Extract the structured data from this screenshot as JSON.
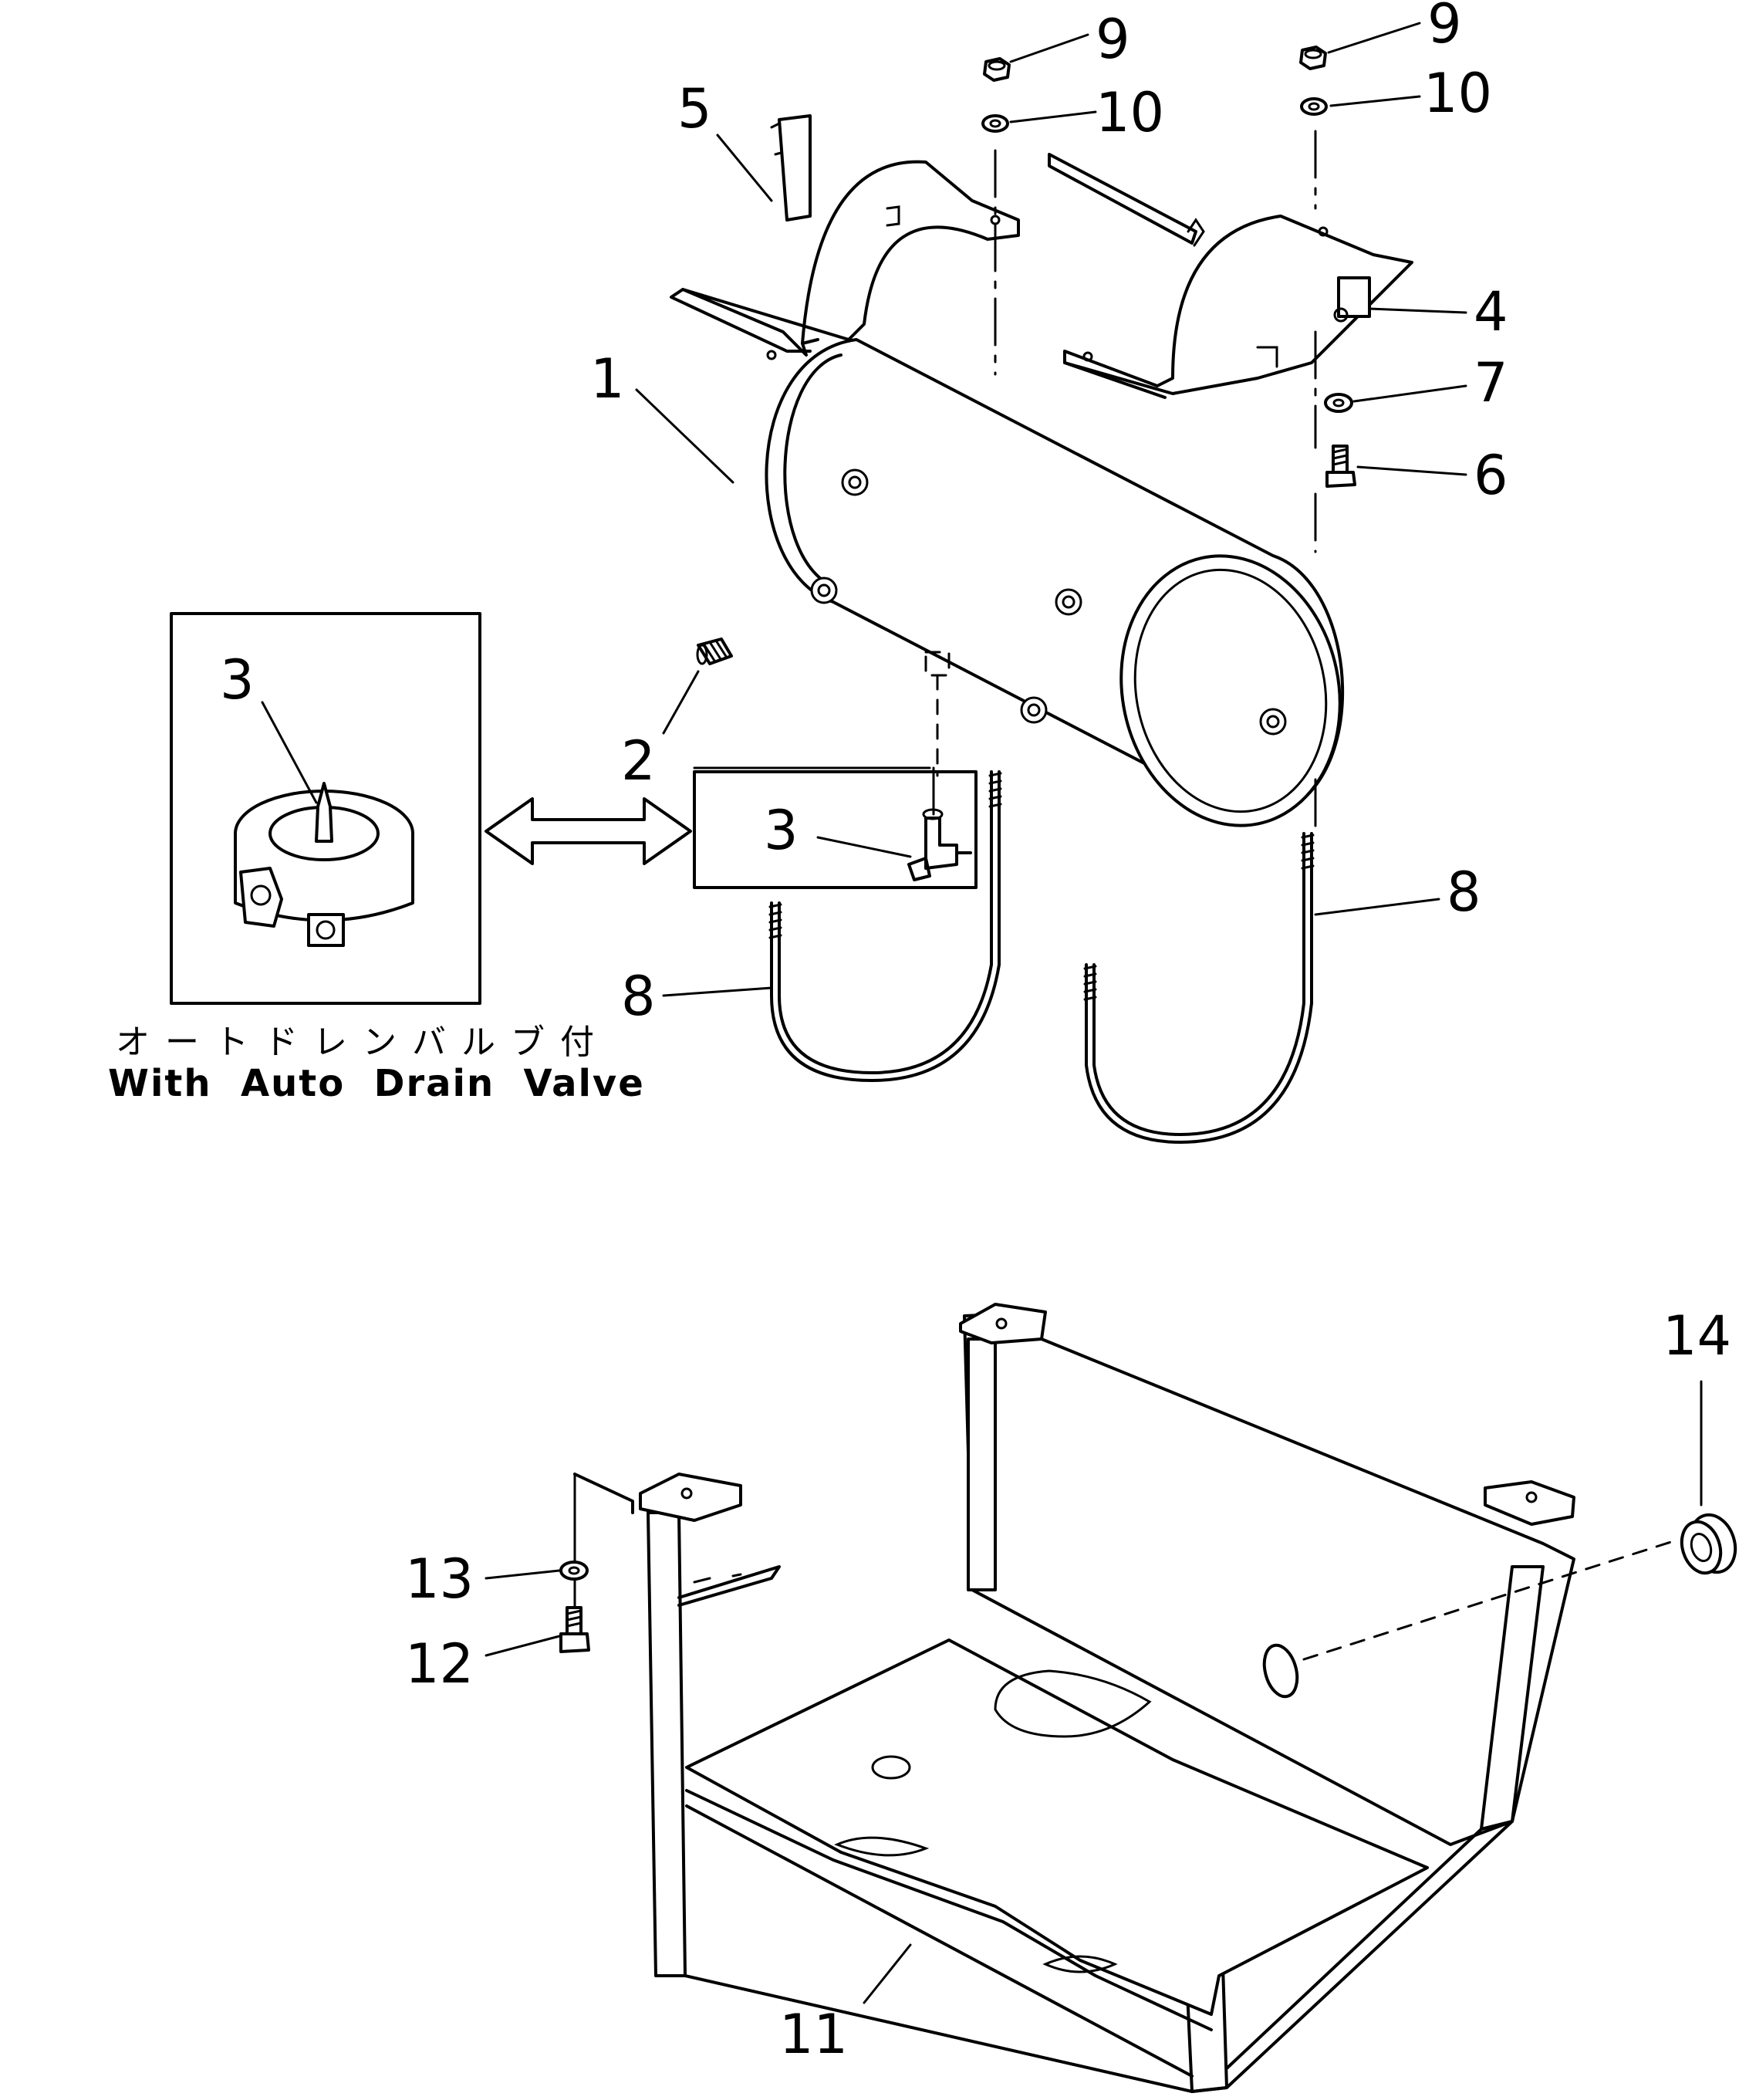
{
  "diagram": {
    "callouts": {
      "c1": "1",
      "c2": "2",
      "c3_detail": "3",
      "c3_main": "3",
      "c4": "4",
      "c5": "5",
      "c6": "6",
      "c7": "7",
      "c8_left": "8",
      "c8_right": "8",
      "c9_left": "9",
      "c9_right": "9",
      "c10_left": "10",
      "c10_right": "10",
      "c11": "11",
      "c12": "12",
      "c13": "13",
      "c14": "14"
    },
    "caption": {
      "japanese": "オートドレンバルブ付",
      "english": "With  Auto  Drain  Valve"
    }
  }
}
